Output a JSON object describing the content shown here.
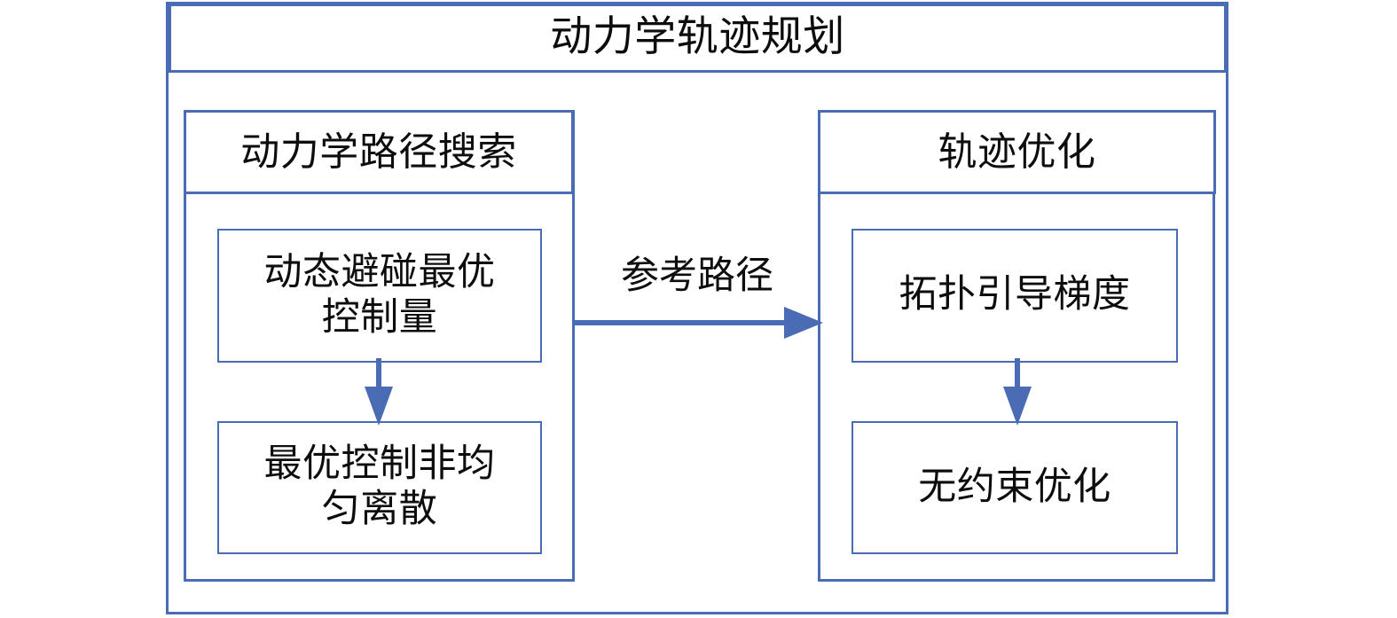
{
  "diagram": {
    "title": "动力学轨迹规划",
    "accent_color": "#4a6cb5",
    "text_color": "#0d0d0d",
    "background_color": "#ffffff",
    "columns": [
      {
        "id": "dynamic-path-search",
        "header": "动力学路径搜索",
        "steps": [
          {
            "id": "dynamic-obstacle-avoidance",
            "label": "动态避碰最优\n控制量"
          },
          {
            "id": "nonuniform-discretization",
            "label": "最优控制非均\n匀离散"
          }
        ]
      },
      {
        "id": "trajectory-optimization",
        "header": "轨迹优化",
        "steps": [
          {
            "id": "topology-guided-gradient",
            "label": "拓扑引导梯度"
          },
          {
            "id": "unconstrained-optimization",
            "label": "无约束优化"
          }
        ]
      }
    ],
    "connectors": {
      "cross_column_label": "参考路径",
      "left_vertical": "arrow-down",
      "right_vertical": "arrow-down",
      "horizontal": "arrow-right"
    }
  }
}
